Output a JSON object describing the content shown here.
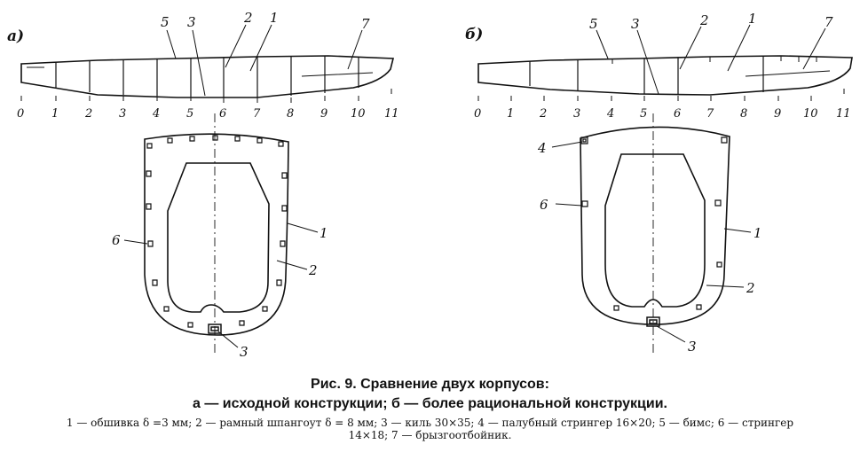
{
  "panels": {
    "a": {
      "label": "а)"
    },
    "b": {
      "label": "б)"
    }
  },
  "ticks": [
    "0",
    "1",
    "2",
    "3",
    "4",
    "5",
    "6",
    "7",
    "8",
    "9",
    "10",
    "11"
  ],
  "callouts": {
    "a_side": [
      "5",
      "3",
      "2",
      "1",
      "7"
    ],
    "a_section": [
      "6",
      "1",
      "2",
      "3"
    ],
    "b_side": [
      "5",
      "3",
      "2",
      "1",
      "7"
    ],
    "b_section": [
      "4",
      "6",
      "1",
      "2",
      "3"
    ]
  },
  "caption": {
    "title": "Рис. 9. Сравнение двух корпусов:",
    "subtitle": "а — исходной конструкции; б — более рациональной конструкции.",
    "legend": "1 — обшивка δ =3 мм; 2 — рамный шпангоут δ = 8 мм; 3 — киль 30×35; 4 — палубный стрингер 16×20; 5 — бимс; 6 — стрингер 14×18; 7 — брызгоотбойник."
  }
}
